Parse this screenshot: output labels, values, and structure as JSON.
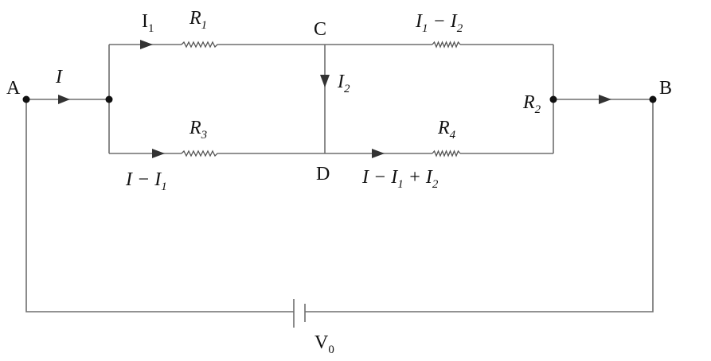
{
  "nodes": {
    "A": "A",
    "B": "B",
    "C": "C",
    "D": "D"
  },
  "currents": {
    "main": {
      "base": "I"
    },
    "i1": {
      "base": "I",
      "sub": "1"
    },
    "i2": {
      "base": "I",
      "sub": "2"
    },
    "i_minus_i1": {
      "a": "I − I",
      "sub": "1"
    },
    "i1_minus_i2": {
      "a": "I",
      "s1": "1",
      "b": " − I",
      "s2": "2"
    },
    "i_minus_i1_plus_i2": {
      "a": "I − I",
      "s1": "1",
      "b": " + I",
      "s2": "2"
    }
  },
  "resistors": {
    "r1": {
      "base": "R",
      "sub": "1"
    },
    "r2": {
      "base": "R",
      "sub": "2"
    },
    "r3": {
      "base": "R",
      "sub": "3"
    },
    "r4": {
      "base": "R",
      "sub": "4"
    }
  },
  "battery": {
    "base": "V",
    "sub": "0"
  }
}
